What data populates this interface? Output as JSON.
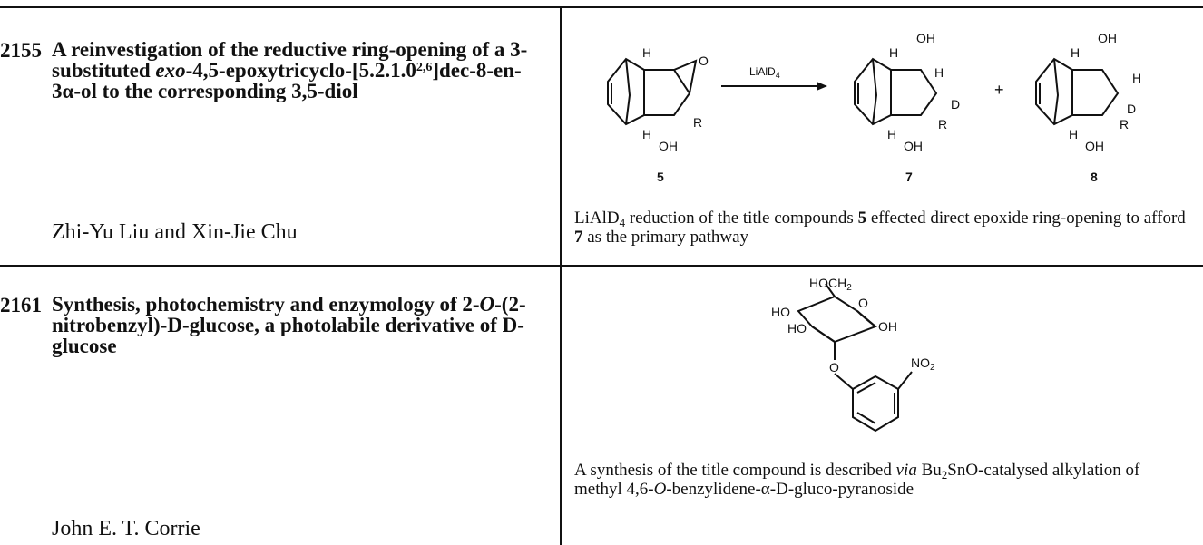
{
  "entries": [
    {
      "page": "2155",
      "title_parts": {
        "a": "A reinvestigation of the reductive ring-opening of a 3-substituted ",
        "b": "exo",
        "c": "-4,5-epoxytricyclo-[5.2.1.0",
        "d": "2,6",
        "e": "]dec-8-en-3α-ol to the corresponding 3,5-diol"
      },
      "authors": "Zhi-Yu Liu and Xin-Jie Chu",
      "scheme": {
        "reagent": "LiAlD",
        "reagent_sub": "4",
        "plus": "+",
        "atoms": {
          "H": "H",
          "O": "O",
          "OH": "OH",
          "R": "R",
          "D": "D"
        },
        "compounds": [
          "5",
          "7",
          "8"
        ]
      },
      "abstract_parts": {
        "a": "LiAlD",
        "sub": "4",
        "b": " reduction of the title compounds ",
        "c": "5",
        "d": " effected direct epoxide ring-opening to afford ",
        "e": "7",
        "f": " as the primary pathway"
      }
    },
    {
      "page": "2161",
      "title_parts": {
        "a": "Synthesis, photochemistry and enzymology of 2-",
        "b": "O",
        "c": "-(2-nitrobenzyl)-",
        "d": "D",
        "e": "-glucose, a photolabile derivative of ",
        "f": "D",
        "g": "-glucose"
      },
      "authors": "John E. T. Corrie",
      "structure": {
        "hoch2": "HOCH",
        "hoch2_sub": "2",
        "ho1": "HO",
        "ho2": "HO",
        "o_ring": "O",
        "o_link": "O",
        "oh": "OH",
        "no2": "NO",
        "no2_sub": "2"
      },
      "abstract_parts": {
        "a": "A synthesis of the title compound is described ",
        "b": "via",
        "c": " Bu",
        "sub": "2",
        "d": "SnO-catalysed alkylation of methyl 4,6-",
        "e": "O",
        "f": "-benzylidene-α-",
        "g": "D",
        "h": "-gluco-pyranoside"
      }
    }
  ]
}
